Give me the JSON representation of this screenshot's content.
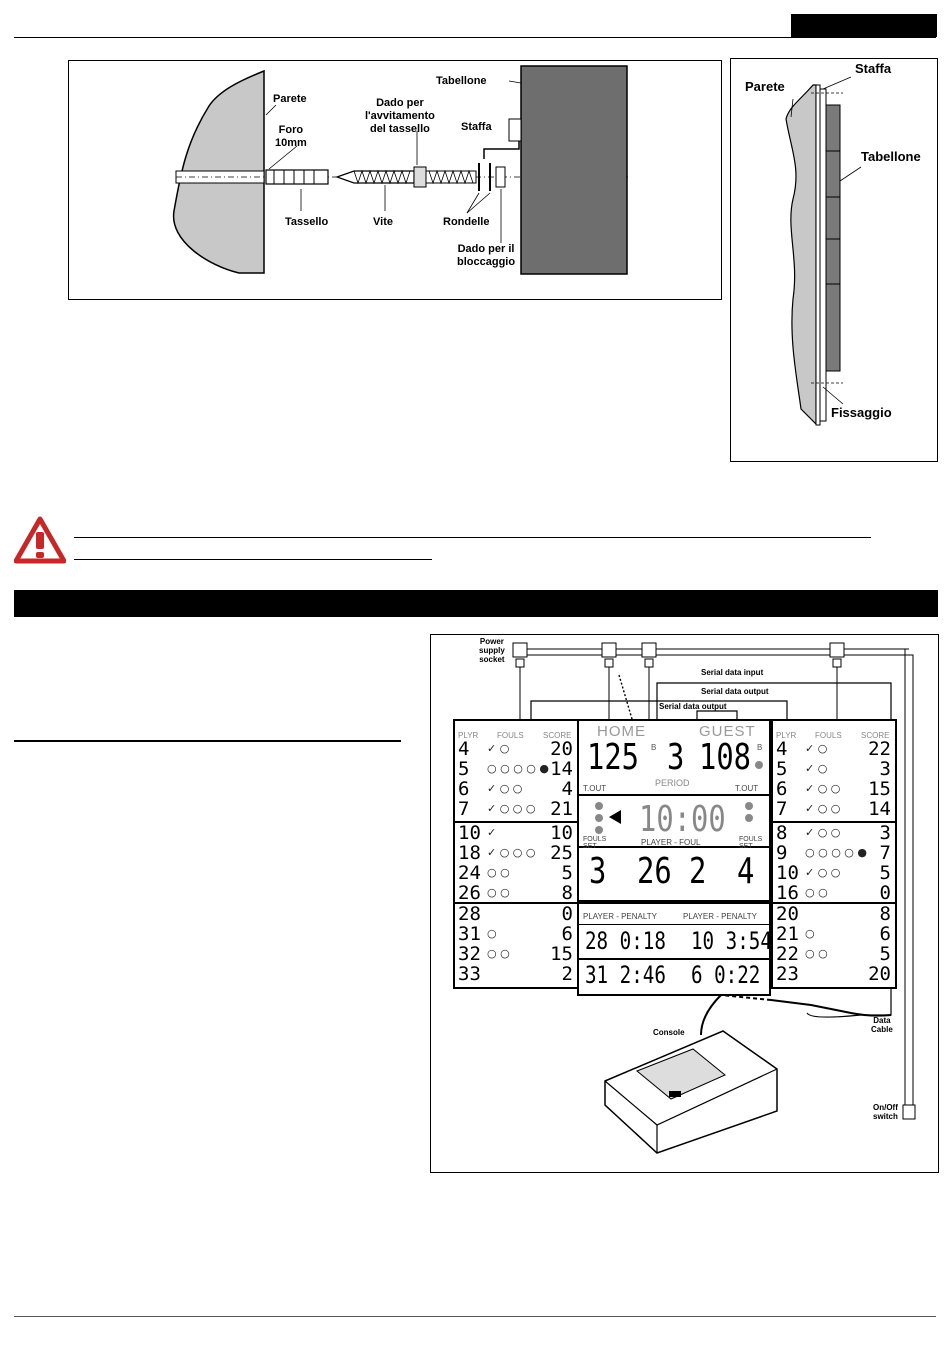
{
  "fig1": {
    "parete": "Parete",
    "foro": "Foro\n10mm",
    "dado_avvitamento": "Dado per\nl'avvitamento\ndel tassello",
    "tabellone": "Tabellone",
    "staffa": "Staffa",
    "tassello": "Tassello",
    "vite": "Vite",
    "rondelle": "Rondelle",
    "dado_bloccaggio": "Dado per il\nbloccaggio"
  },
  "fig2": {
    "staffa": "Staffa",
    "parete": "Parete",
    "tabellone": "Tabellone",
    "fissaggio": "Fissaggio"
  },
  "fig3": {
    "power_socket": "Power\nsupply\nsocket",
    "serial_input": "Serial data input",
    "serial_output_1": "Serial data output",
    "serial_output_2": "Serial data output",
    "data_cable": "Data\nCable",
    "console": "Console",
    "onoff": "On/Off\nswitch",
    "col_headers": [
      "PLYR",
      "FOULS",
      "SCORE"
    ],
    "home_label": "HOME",
    "guest_label": "GUEST",
    "home_score": "125",
    "guest_score": "108",
    "period": "3",
    "period_label": "PERIOD",
    "bonus": "B",
    "tout_left": "T.OUT",
    "tout_right": "T.OUT",
    "time": "10:00",
    "fouls_set_left": "FOULS\nSET",
    "fouls_set_right": "FOULS\nSET",
    "player_foul_label": "PLAYER - FOUL",
    "fouls_home": "3",
    "player_foul_value": "26 2",
    "fouls_guest": "4",
    "penalty_label_left": "PLAYER - PENALTY",
    "penalty_label_right": "PLAYER - PENALTY",
    "penalties": [
      {
        "left": "28 0:18",
        "right": "10 3:54"
      },
      {
        "left": "31 2:46",
        "right": "6 0:22"
      }
    ],
    "home_players": [
      {
        "n": "4",
        "f": "✓ ○",
        "s": "20"
      },
      {
        "n": "5",
        "f": "○ ○ ○ ○ ●",
        "s": "14"
      },
      {
        "n": "6",
        "f": "✓ ○ ○",
        "s": "4"
      },
      {
        "n": "7",
        "f": "✓ ○ ○ ○",
        "s": "21"
      },
      {
        "n": "10",
        "f": "✓",
        "s": "10"
      },
      {
        "n": "18",
        "f": "✓ ○ ○ ○",
        "s": "25"
      },
      {
        "n": "24",
        "f": "○ ○",
        "s": "5"
      },
      {
        "n": "26",
        "f": "○ ○",
        "s": "8"
      },
      {
        "n": "28",
        "f": "",
        "s": "0"
      },
      {
        "n": "31",
        "f": "○",
        "s": "6"
      },
      {
        "n": "32",
        "f": "○ ○",
        "s": "15"
      },
      {
        "n": "33",
        "f": "",
        "s": "2"
      }
    ],
    "guest_players": [
      {
        "n": "4",
        "f": "✓ ○",
        "s": "22"
      },
      {
        "n": "5",
        "f": "✓ ○",
        "s": "3"
      },
      {
        "n": "6",
        "f": "✓ ○ ○",
        "s": "15"
      },
      {
        "n": "7",
        "f": "✓ ○ ○",
        "s": "14"
      },
      {
        "n": "8",
        "f": "✓ ○ ○",
        "s": "3"
      },
      {
        "n": "9",
        "f": "○ ○ ○ ○ ●",
        "s": "7"
      },
      {
        "n": "10",
        "f": "✓ ○ ○",
        "s": "5"
      },
      {
        "n": "16",
        "f": "○ ○",
        "s": "0"
      },
      {
        "n": "20",
        "f": "",
        "s": "8"
      },
      {
        "n": "21",
        "f": "○",
        "s": "6"
      },
      {
        "n": "22",
        "f": "○ ○",
        "s": "5"
      },
      {
        "n": "23",
        "f": "",
        "s": "20"
      }
    ]
  }
}
